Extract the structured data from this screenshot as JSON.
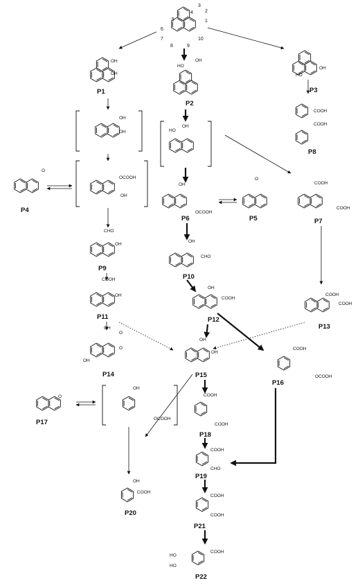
{
  "compounds": [
    {
      "id": "phenanthrene",
      "label": "",
      "groups": []
    },
    {
      "id": "p1",
      "label": "P1",
      "groups": [
        "OH",
        "OH"
      ]
    },
    {
      "id": "p2",
      "label": "P2",
      "groups": [
        "HO",
        "OH"
      ]
    },
    {
      "id": "p3",
      "label": "P3",
      "groups": [
        "HO",
        "OH"
      ]
    },
    {
      "id": "p4",
      "label": "P4",
      "groups": [
        "O"
      ]
    },
    {
      "id": "p5",
      "label": "P5",
      "groups": [
        "O"
      ]
    },
    {
      "id": "p6",
      "label": "P6",
      "groups": [
        "OH",
        "OCOOH"
      ]
    },
    {
      "id": "p7",
      "label": "P7",
      "groups": [
        "COOH",
        "COOH"
      ]
    },
    {
      "id": "p8",
      "label": "P8",
      "groups": [
        "COOH",
        "COOH"
      ]
    },
    {
      "id": "p9",
      "label": "P9",
      "groups": [
        "CHO",
        "OH"
      ]
    },
    {
      "id": "p10",
      "label": "P10",
      "groups": [
        "OH",
        "CHO"
      ]
    },
    {
      "id": "p11",
      "label": "P11",
      "groups": [
        "COOH",
        "OH"
      ]
    },
    {
      "id": "p12",
      "label": "P12",
      "groups": [
        "OH",
        "COOH"
      ]
    },
    {
      "id": "p13",
      "label": "P13",
      "groups": [
        "COOH",
        "COOH"
      ]
    },
    {
      "id": "p14",
      "label": "P14",
      "groups": [
        "OH",
        "O",
        "O",
        "OH"
      ]
    },
    {
      "id": "p15",
      "label": "P15",
      "groups": [
        "OH",
        "OH"
      ]
    },
    {
      "id": "p16",
      "label": "P16",
      "groups": [
        "COOH",
        "OCOOH"
      ]
    },
    {
      "id": "p17",
      "label": "P17",
      "groups": [
        "O"
      ]
    },
    {
      "id": "p18",
      "label": "P18",
      "groups": [
        "COOH",
        "COOH"
      ]
    },
    {
      "id": "p19",
      "label": "P19",
      "groups": [
        "COOH",
        "CHO"
      ]
    },
    {
      "id": "p20",
      "label": "P20",
      "groups": [
        "OH",
        "COOH"
      ]
    },
    {
      "id": "p21",
      "label": "P21",
      "groups": [
        "COOH",
        "COOH"
      ]
    },
    {
      "id": "p22",
      "label": "P22",
      "groups": [
        "HO",
        "COOH",
        "HO"
      ]
    }
  ],
  "intermediates": {
    "diol_naph": [
      "OH",
      "OH"
    ],
    "hydroxy_acid": [
      "OCOOH",
      "OH"
    ],
    "diol_phen": [
      "HO",
      "OH"
    ],
    "coumaric": [
      "OH",
      "OCOOH"
    ]
  },
  "ring_numbers": [
    "1",
    "2",
    "3",
    "4",
    "5",
    "6",
    "7",
    "8",
    "9",
    "10"
  ]
}
